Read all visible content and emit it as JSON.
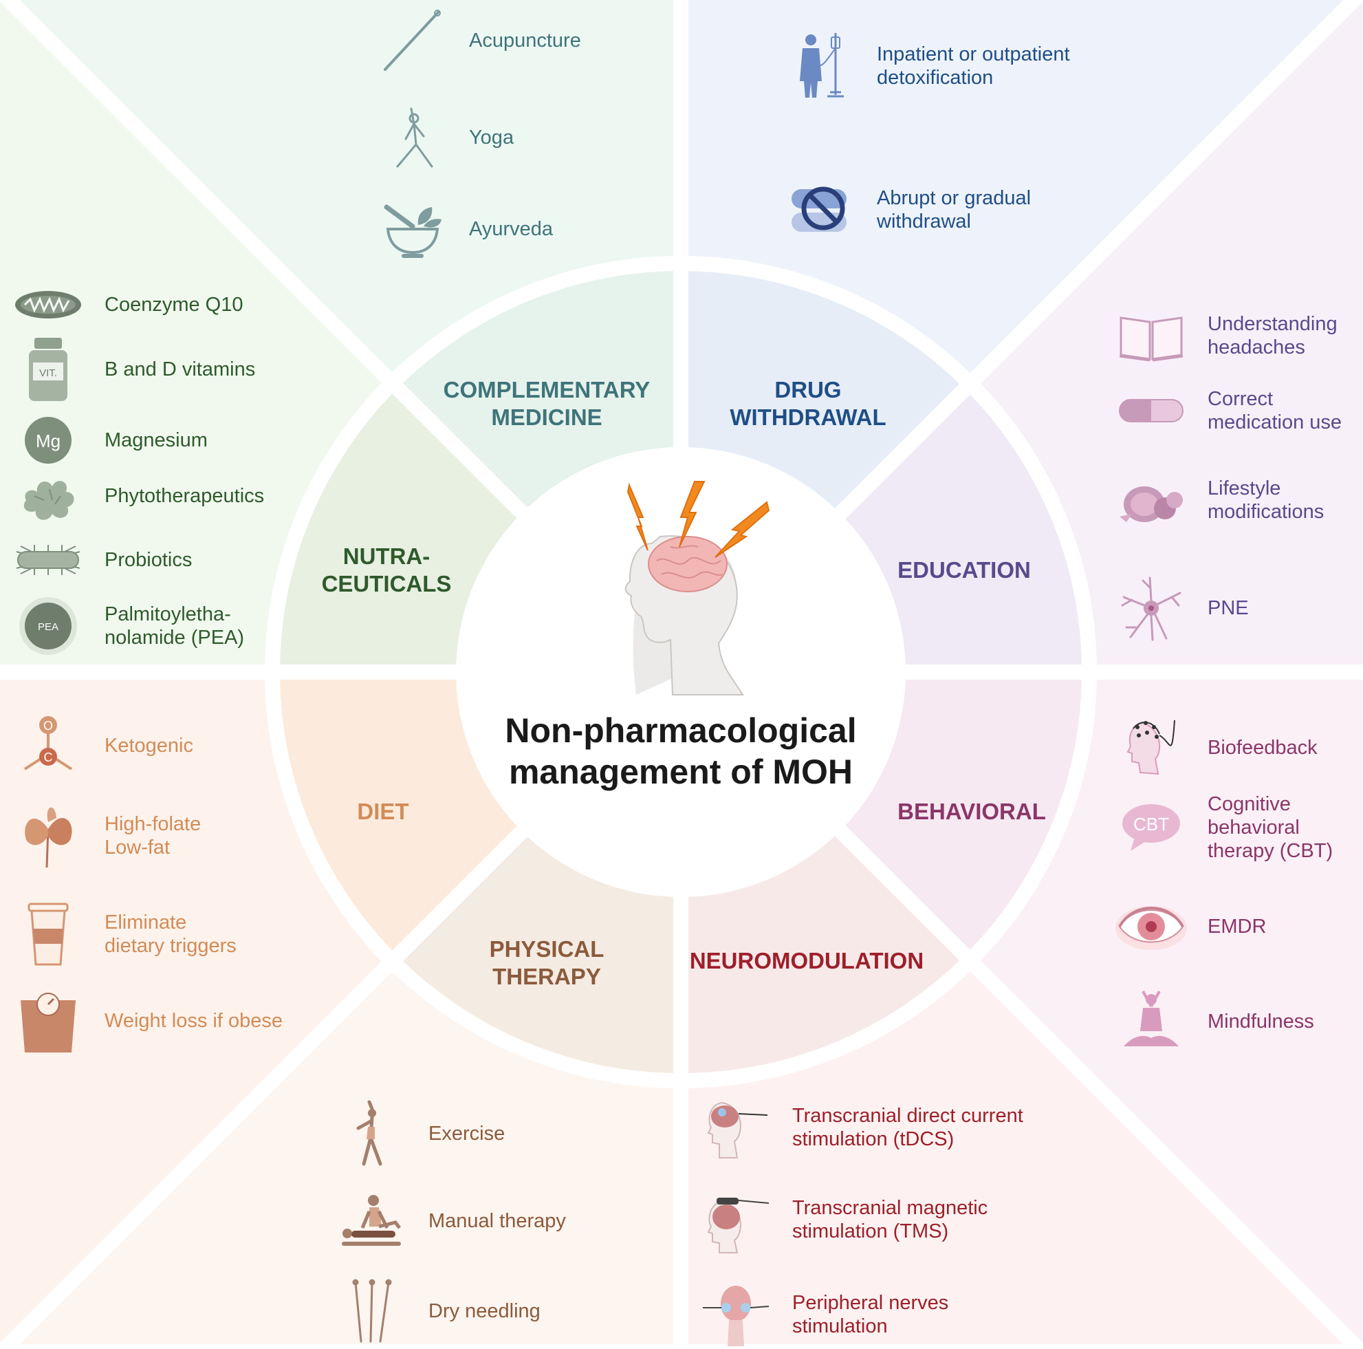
{
  "title": [
    "Non-pharmacological",
    "management of MOH"
  ],
  "colors": {
    "complementary": "#3e7479",
    "withdrawal": "#1f4e86",
    "education": "#574a8c",
    "behavioral": "#8a3668",
    "neuromodulation": "#9d1f2a",
    "physical": "#8b5a3c",
    "diet": "#d28b57",
    "nutraceuticals": "#2f5a2c"
  },
  "categories": {
    "complementary": [
      "COMPLEMENTARY",
      "MEDICINE"
    ],
    "withdrawal": [
      "DRUG",
      "WITHDRAWAL"
    ],
    "education": [
      "EDUCATION"
    ],
    "behavioral": [
      "BEHAVIORAL"
    ],
    "neuromodulation": [
      "NEUROMODULATION"
    ],
    "physical": [
      "PHYSICAL",
      "THERAPY"
    ],
    "diet": [
      "DIET"
    ],
    "nutraceuticals": [
      "NUTRA-",
      "CEUTICALS"
    ]
  },
  "items": {
    "complementary": [
      {
        "icon": "needle-icon",
        "label": [
          "Acupuncture"
        ]
      },
      {
        "icon": "yoga-pose-icon",
        "label": [
          "Yoga"
        ]
      },
      {
        "icon": "mortar-pestle-icon",
        "label": [
          "Ayurveda"
        ]
      }
    ],
    "withdrawal": [
      {
        "icon": "patient-iv-icon",
        "label": [
          "Inpatient or outpatient",
          "detoxification"
        ]
      },
      {
        "icon": "no-pills-icon",
        "label": [
          "Abrupt or gradual",
          "withdrawal"
        ]
      }
    ],
    "education": [
      {
        "icon": "book-icon",
        "label": [
          "Understanding",
          "headaches"
        ]
      },
      {
        "icon": "capsule-icon",
        "label": [
          "Correct",
          "medication use"
        ]
      },
      {
        "icon": "food-icon",
        "label": [
          "Lifestyle",
          "modifications"
        ]
      },
      {
        "icon": "neuron-icon",
        "label": [
          "PNE"
        ]
      }
    ],
    "behavioral": [
      {
        "icon": "eeg-head-icon",
        "label": [
          "Biofeedback"
        ]
      },
      {
        "icon": "speech-bubble-icon",
        "icon_text": "CBT",
        "label": [
          "Cognitive",
          "behavioral",
          "therapy (CBT)"
        ]
      },
      {
        "icon": "eye-icon",
        "label": [
          "EMDR"
        ]
      },
      {
        "icon": "meditation-icon",
        "label": [
          "Mindfulness"
        ]
      }
    ],
    "neuromodulation": [
      {
        "icon": "tdcs-head-icon",
        "label": [
          "Transcranial direct current",
          "stimulation (tDCS)"
        ]
      },
      {
        "icon": "tms-head-icon",
        "label": [
          "Transcranial magnetic",
          "stimulation (TMS)"
        ]
      },
      {
        "icon": "nerve-stimulation-icon",
        "label": [
          "Peripheral nerves",
          "stimulation"
        ]
      }
    ],
    "physical": [
      {
        "icon": "exercise-icon",
        "label": [
          "Exercise"
        ]
      },
      {
        "icon": "massage-icon",
        "label": [
          "Manual therapy"
        ]
      },
      {
        "icon": "dry-needles-icon",
        "label": [
          "Dry needling"
        ]
      }
    ],
    "diet": [
      {
        "icon": "molecule-icon",
        "label": [
          "Ketogenic"
        ]
      },
      {
        "icon": "spinach-icon",
        "label": [
          "High-folate",
          "Low-fat"
        ]
      },
      {
        "icon": "coffee-cup-icon",
        "label": [
          "Eliminate",
          "dietary triggers"
        ]
      },
      {
        "icon": "scale-icon",
        "label": [
          "Weight loss if obese"
        ]
      }
    ],
    "nutraceuticals": [
      {
        "icon": "mitochondrion-icon",
        "label": [
          "Coenzyme Q10"
        ]
      },
      {
        "icon": "vitamin-bottle-icon",
        "icon_text": "VIT.",
        "label": [
          "B and D vitamins"
        ]
      },
      {
        "icon": "magnesium-icon",
        "icon_text": "Mg",
        "label": [
          "Magnesium"
        ]
      },
      {
        "icon": "ginger-root-icon",
        "label": [
          "Phytotherapeutics"
        ]
      },
      {
        "icon": "bacterium-icon",
        "label": [
          "Probiotics"
        ]
      },
      {
        "icon": "pea-pill-icon",
        "icon_text": "PEA",
        "label": [
          "Palmitoyletha-",
          "nolamide (PEA)"
        ]
      }
    ]
  }
}
